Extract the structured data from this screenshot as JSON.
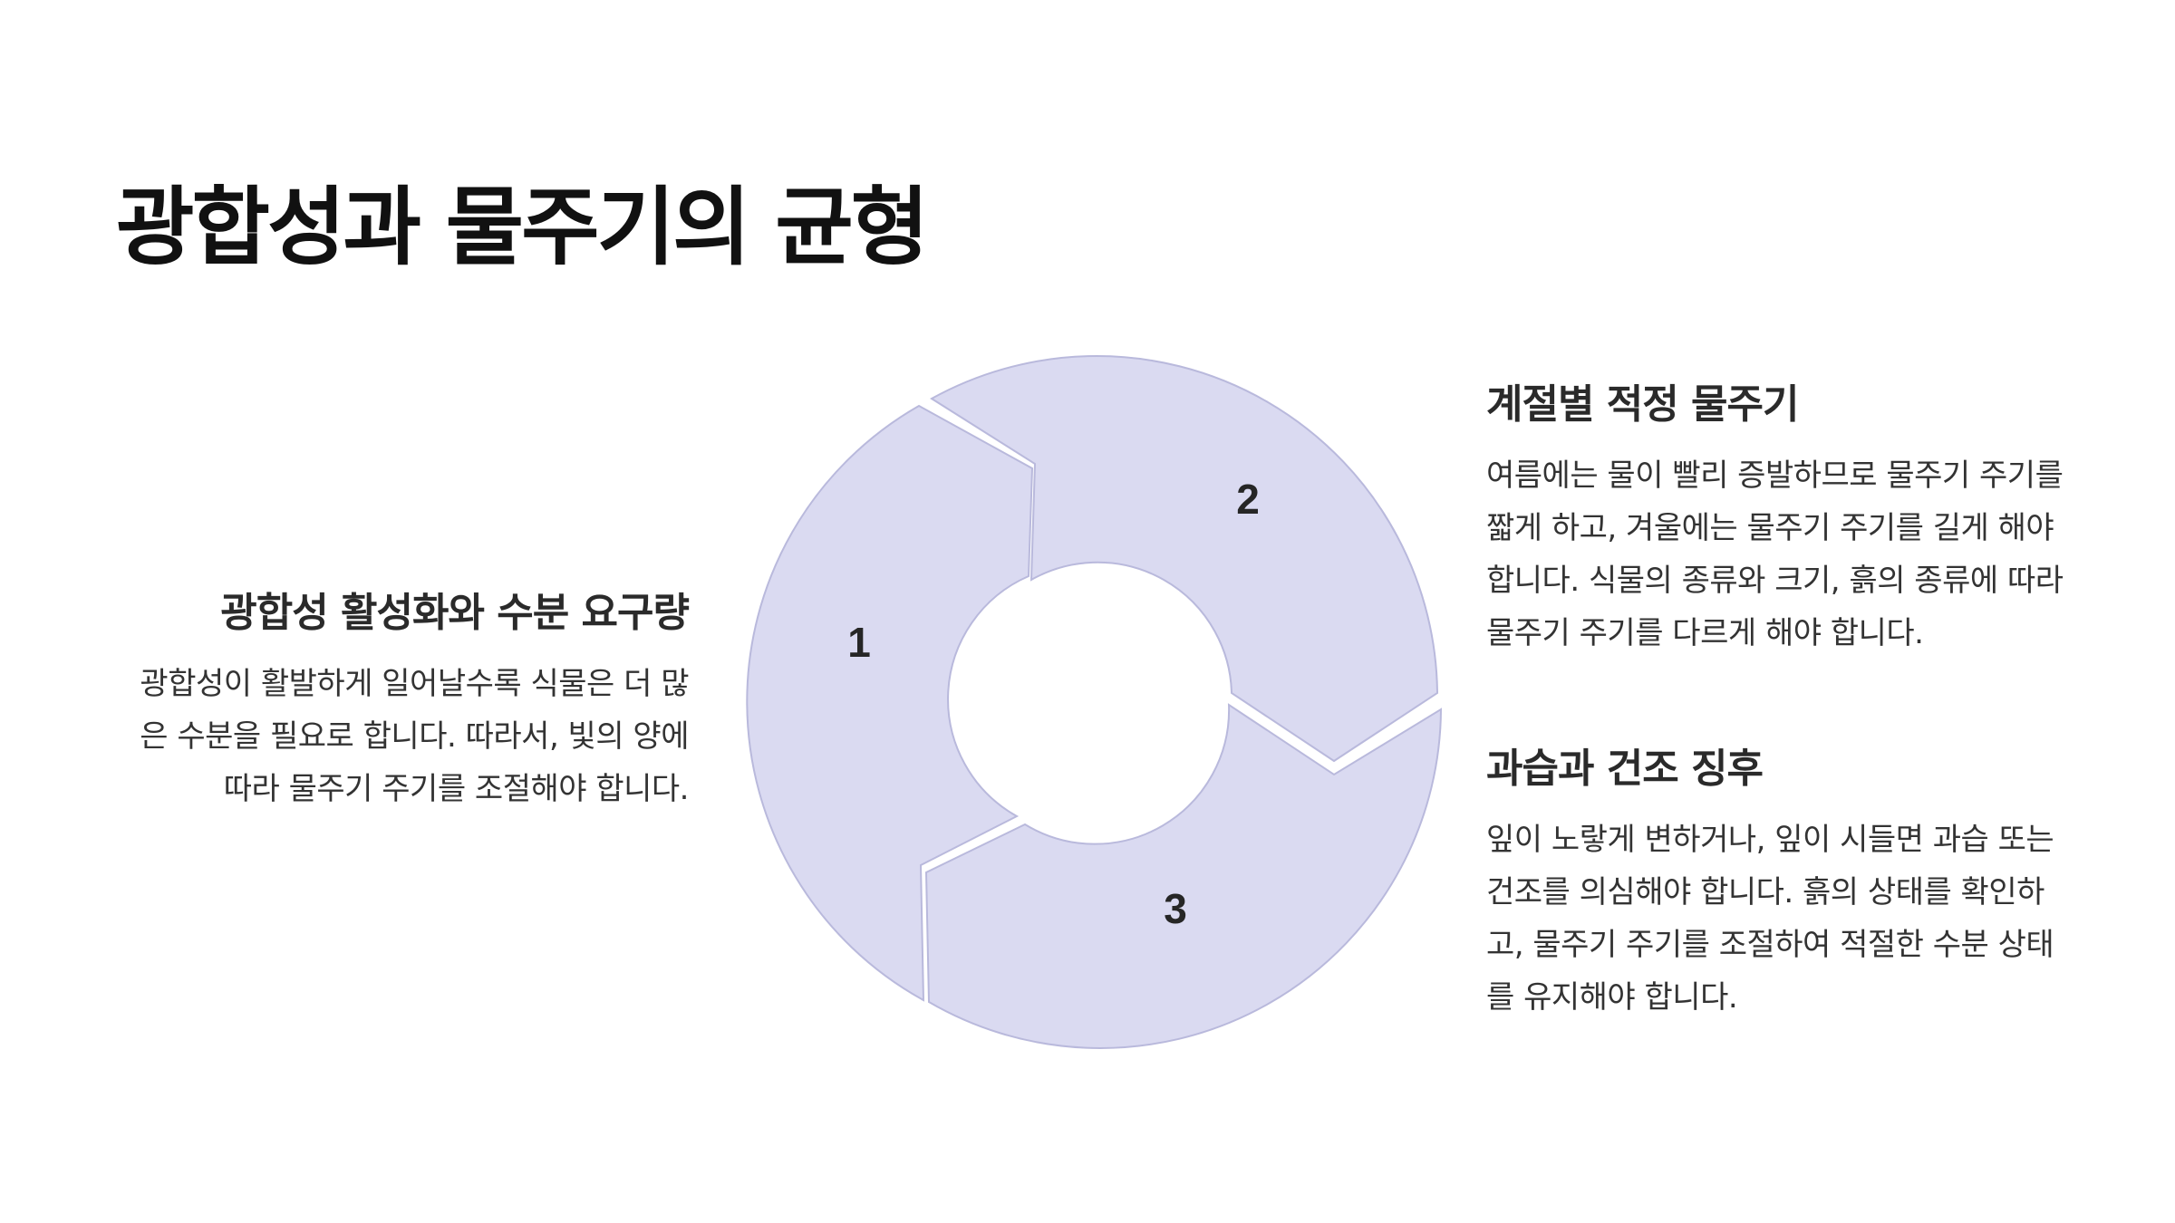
{
  "title": "광합성과 물주기의 균형",
  "steps": [
    {
      "number": "1",
      "heading": "광합성 활성화와 수분 요구량",
      "body": "광합성이 활발하게 일어날수록 식물은 더 많은 수분을 필요로 합니다. 따라서, 빛의 양에 따라 물주기 주기를 조절해야 합니다."
    },
    {
      "number": "2",
      "heading": "계절별 적정 물주기",
      "body": "여름에는 물이 빨리 증발하므로 물주기 주기를 짧게 하고, 겨울에는 물주기 주기를 길게 해야 합니다. 식물의 종류와 크기, 흙의 종류에 따라 물주기 주기를 다르게 해야 합니다."
    },
    {
      "number": "3",
      "heading": "과습과 건조 징후",
      "body": "잎이 노랗게 변하거나, 잎이 시들면 과습 또는 건조를 의심해야 합니다. 흙의 상태를 확인하고, 물주기 주기를 조절하여 적절한 수분 상태를 유지해야 합니다."
    }
  ],
  "colors": {
    "segment_fill": "#dadaf1",
    "segment_stroke": "#b9b9dc",
    "title": "#111111",
    "text": "#333333"
  }
}
